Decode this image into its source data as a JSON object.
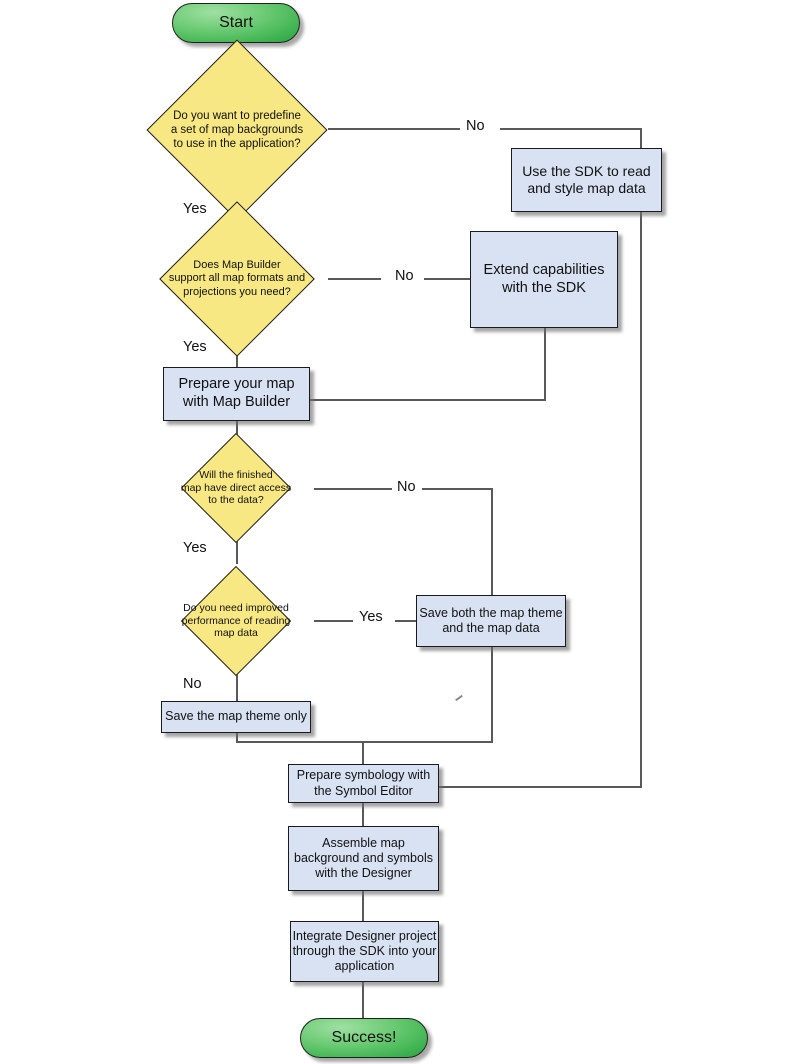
{
  "diagram": {
    "type": "flowchart",
    "title": "Map data workflow decision flowchart",
    "colors": {
      "terminator_green": "#5ec369",
      "decision_yellow": "#f7e884",
      "process_blue": "#d9e2f2",
      "connector_gray": "#595959",
      "border_black": "#1a1a1a",
      "background": "#ffffff"
    },
    "nodes": {
      "start": {
        "label": "Start",
        "shape": "terminator"
      },
      "d1": {
        "label": "Do you want to predefine\na set of map backgrounds\nto use in the application?",
        "shape": "decision"
      },
      "p_use_sdk": {
        "label": "Use the SDK to read\nand style map data",
        "shape": "process"
      },
      "d2": {
        "label": "Does Map Builder\nsupport all map formats and\nprojections you need?",
        "shape": "decision"
      },
      "p_extend": {
        "label": "Extend capabilities\nwith the SDK",
        "shape": "process"
      },
      "p_prepare_map": {
        "label": "Prepare your map\nwith Map Builder",
        "shape": "process"
      },
      "d3": {
        "label": "Will the finished\nmap have direct access\nto the data?",
        "shape": "decision"
      },
      "d4": {
        "label": "Do you need improved\nperformance of reading\nmap data",
        "shape": "decision"
      },
      "p_save_both": {
        "label": "Save both the map theme\nand the map data",
        "shape": "process"
      },
      "p_save_theme": {
        "label": "Save the map theme only",
        "shape": "process"
      },
      "p_symbology": {
        "label": "Prepare symbology with\nthe Symbol Editor",
        "shape": "process"
      },
      "p_assemble": {
        "label": "Assemble map\nbackground and symbols\nwith the Designer",
        "shape": "process"
      },
      "p_integrate": {
        "label": "Integrate Designer project\nthrough the SDK into your\napplication",
        "shape": "process"
      },
      "success": {
        "label": "Success!",
        "shape": "terminator"
      }
    },
    "edge_labels": {
      "d1_no": "No",
      "d1_yes": "Yes",
      "d2_no": "No",
      "d2_yes": "Yes",
      "d3_no": "No",
      "d3_yes": "Yes",
      "d4_yes": "Yes",
      "d4_no": "No"
    }
  }
}
